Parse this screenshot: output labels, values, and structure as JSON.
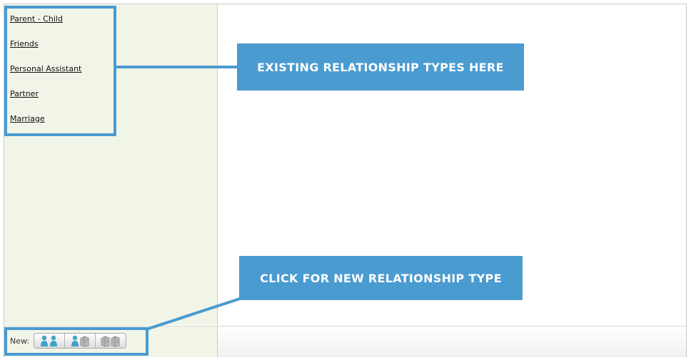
{
  "relationship_types": [
    "Parent - Child",
    "Friends",
    "Personal Assistant",
    "Partner",
    "Marriage"
  ],
  "toolbar": {
    "new_label": "New:",
    "buttons": [
      {
        "icon": "person-person-icon"
      },
      {
        "icon": "person-building-icon"
      },
      {
        "icon": "building-building-icon"
      }
    ]
  },
  "callouts": {
    "existing": "EXISTING RELATIONSHIP TYPES HERE",
    "new": "CLICK FOR NEW RELATIONSHIP TYPE"
  },
  "colors": {
    "accent": "#4a9bd0",
    "sidebar_bg": "#f1f5e8",
    "person_icon": "#3fa3c7",
    "building_icon": "#9a9a9a"
  }
}
